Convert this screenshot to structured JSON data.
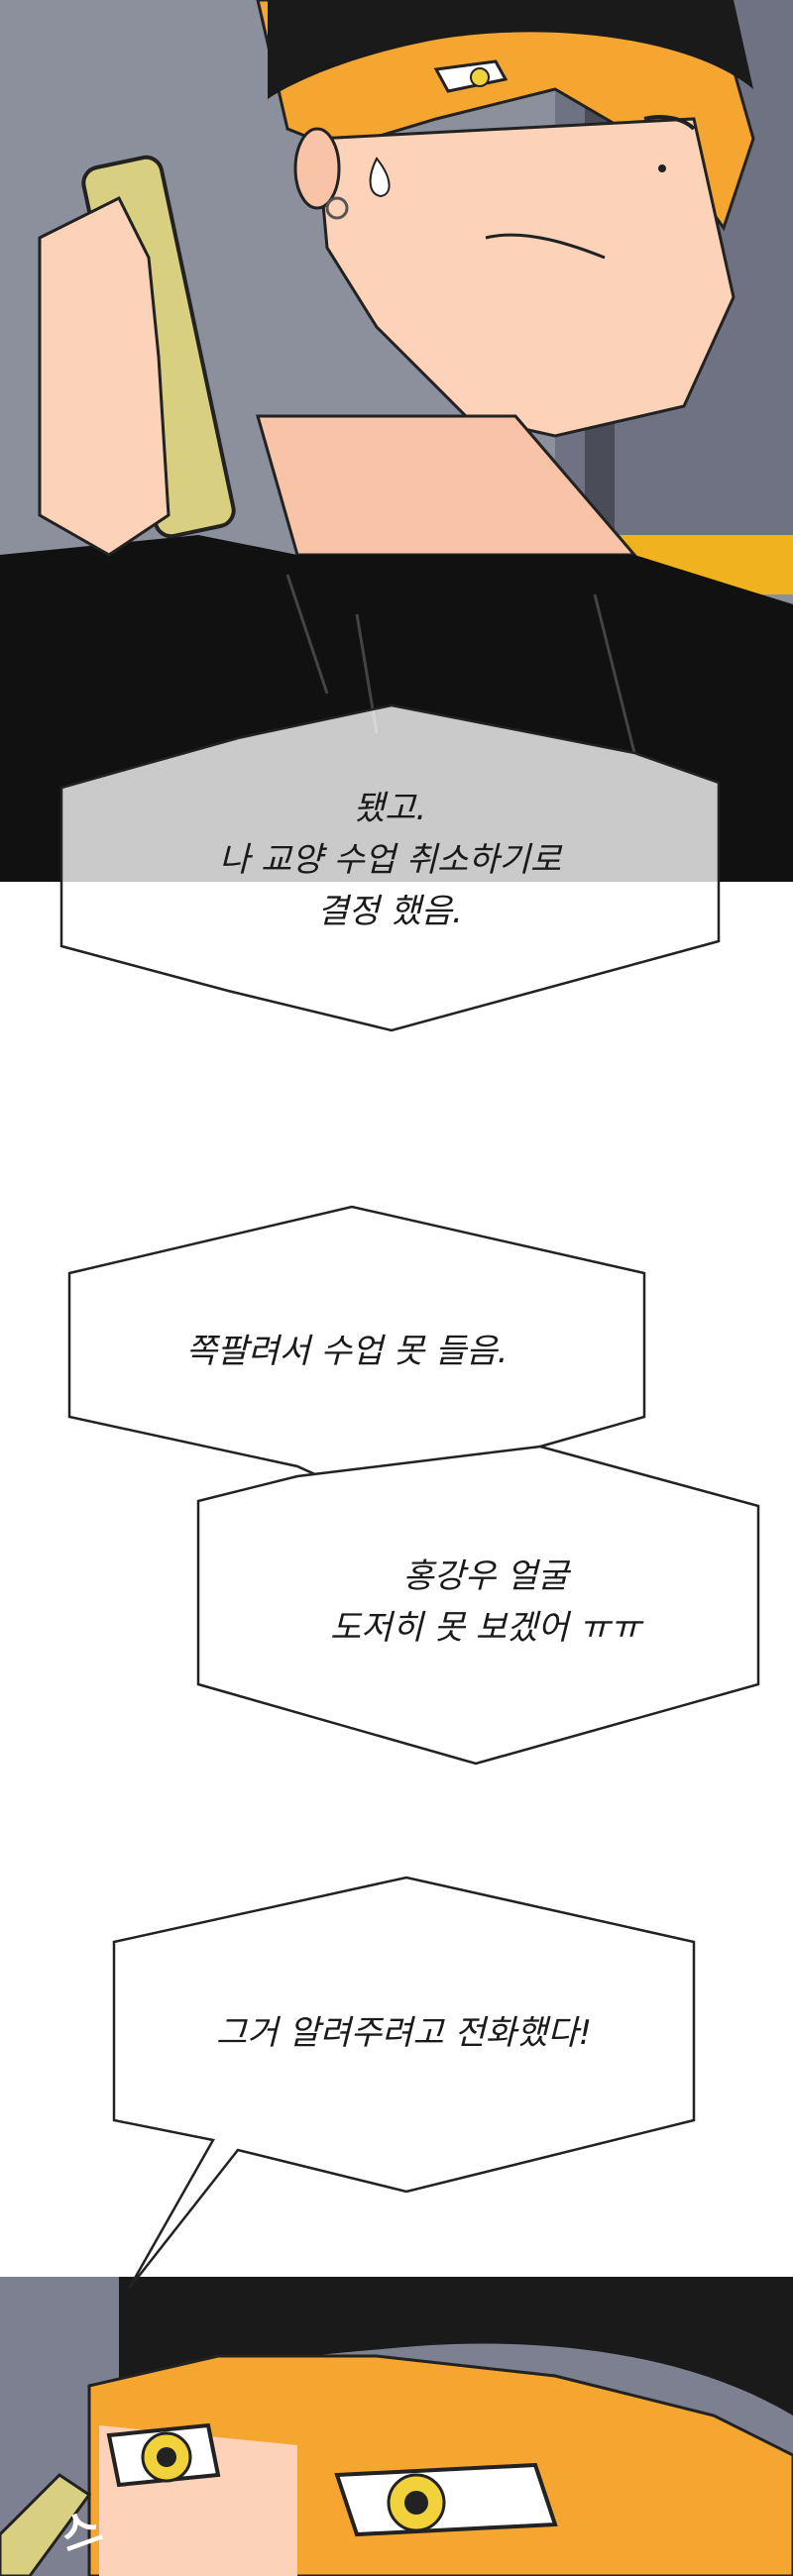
{
  "panels": {
    "top": {
      "description_colors": {
        "hair": "#f5a630",
        "cap": "#1a1a1a",
        "skin": "#fcd2b8",
        "shirt": "#111111",
        "phone": "#d8d080",
        "wall": "#8c8f9c",
        "window_frame": "#f0b21e"
      }
    },
    "bottom": {
      "description_colors": {
        "hair": "#f5a630",
        "cap": "#1a1a1a",
        "eye": "#f2d23a"
      }
    }
  },
  "bubbles": [
    {
      "lines": [
        "됐고.",
        "나 교양 수업 취소하기로",
        "결정 했음."
      ]
    },
    {
      "lines": [
        "쪽팔려서 수업 못 들음."
      ]
    },
    {
      "lines": [
        "홍강우 얼굴",
        "도저히 못 보겠어 ㅠㅠ"
      ]
    },
    {
      "lines": [
        "그거 알려주려고 전화했다!"
      ]
    }
  ],
  "sfx": {
    "text": "스"
  }
}
